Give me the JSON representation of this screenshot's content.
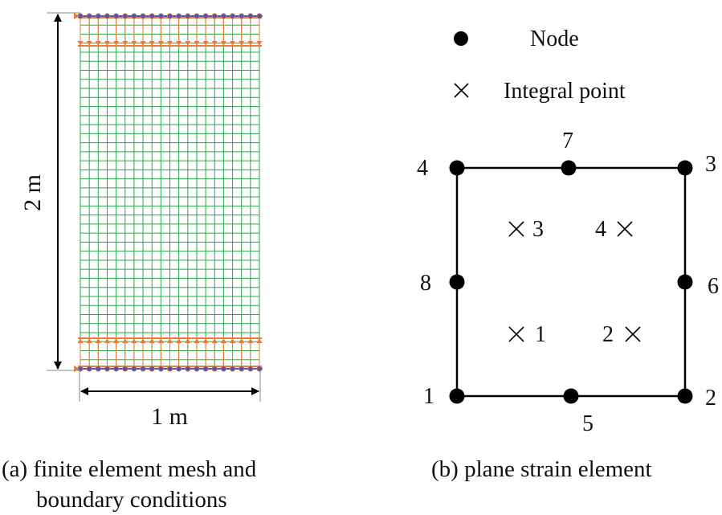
{
  "panel_a": {
    "height_label": "2 m",
    "width_label": "1 m",
    "caption_line1": "(a) finite element mesh and",
    "caption_line2": "boundary conditions",
    "mesh_columns": 20,
    "mesh_rows": 39,
    "mesh_color": "#2aa84a",
    "load_arrow_color": "#f07a30",
    "fixed_node_color": "#4a56b8"
  },
  "panel_b": {
    "legend_node": "Node",
    "legend_integral": "Integral point",
    "node_labels": [
      "1",
      "2",
      "3",
      "4",
      "5",
      "6",
      "7",
      "8"
    ],
    "integral_labels": [
      "1",
      "2",
      "3",
      "4"
    ],
    "caption": "(b) plane strain element"
  }
}
